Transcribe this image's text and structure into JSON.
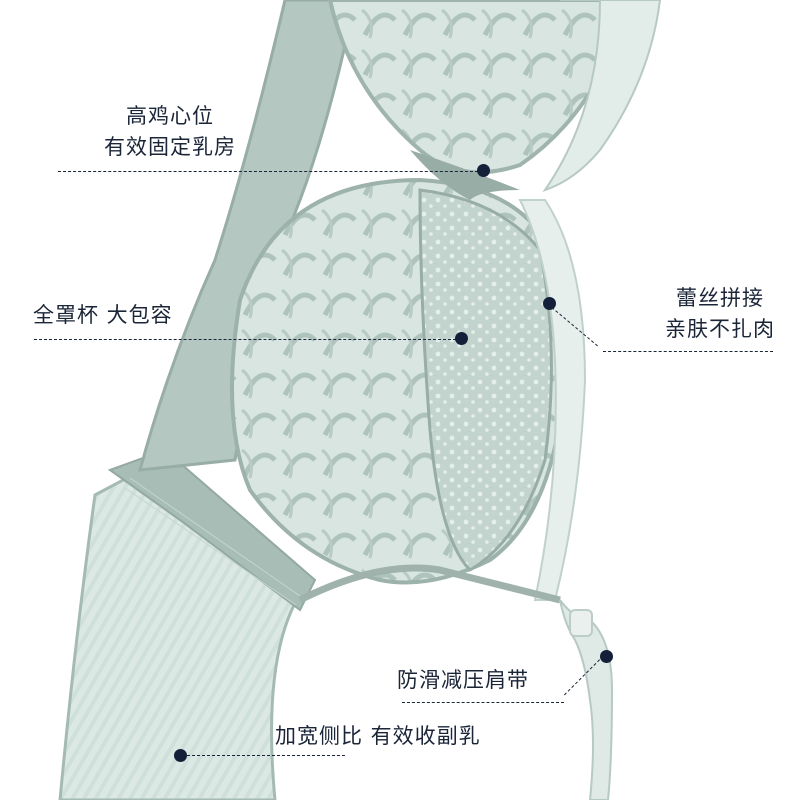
{
  "colors": {
    "background": "#ffffff",
    "fabric_light": "#c8d8d2",
    "fabric_mid": "#a9bdb6",
    "fabric_dark": "#8ea39c",
    "mesh": "#dde9e5",
    "text": "#1b2538",
    "marker": "#14203a"
  },
  "callouts": [
    {
      "id": "center-gore",
      "lines": [
        "高鸡心位",
        "有效固定乳房"
      ]
    },
    {
      "id": "full-cup",
      "lines": [
        "全罩杯 大包容"
      ]
    },
    {
      "id": "lace-panel",
      "lines": [
        "蕾丝拼接",
        "亲肤不扎肉"
      ]
    },
    {
      "id": "strap",
      "lines": [
        "防滑减压肩带"
      ]
    },
    {
      "id": "side-wing",
      "lines": [
        "加宽侧比 有效收副乳"
      ]
    }
  ]
}
